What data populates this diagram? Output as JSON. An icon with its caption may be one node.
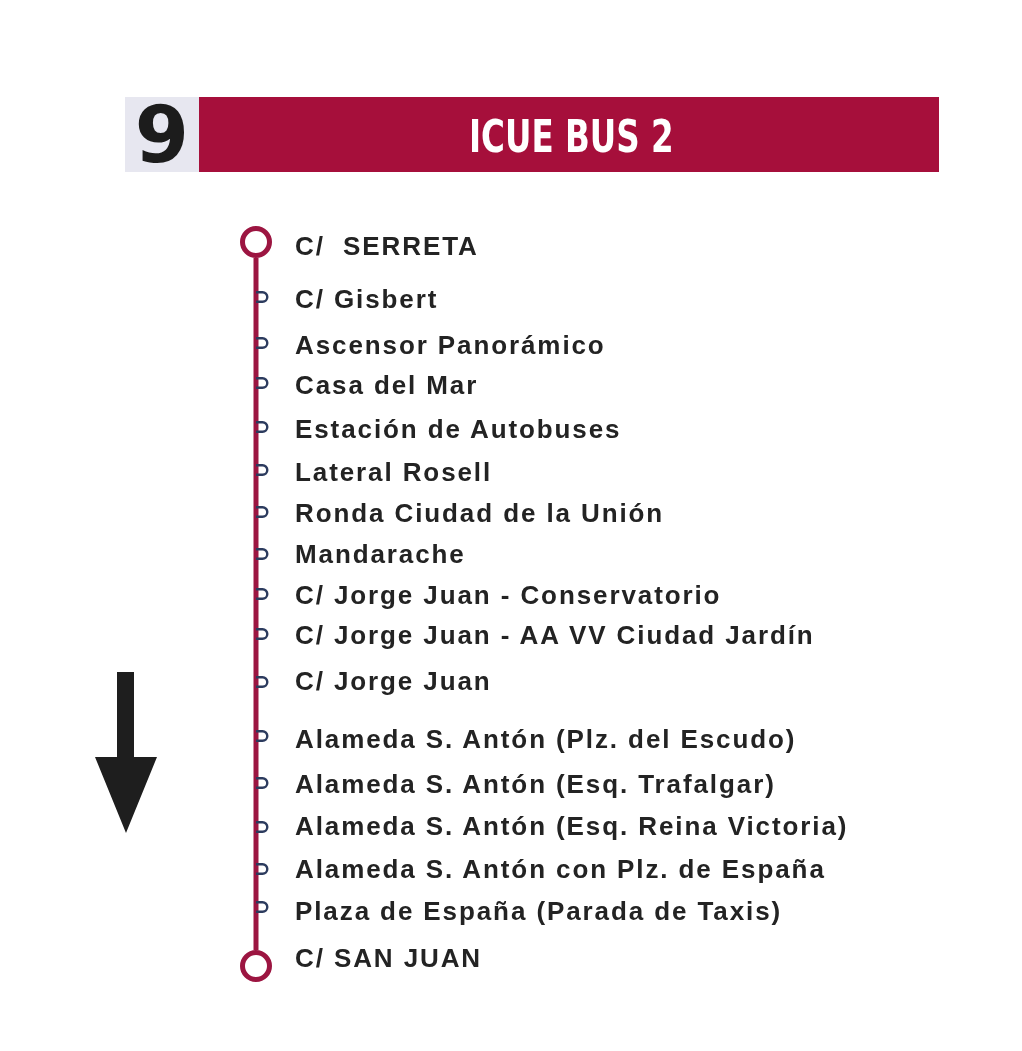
{
  "diagram": {
    "nodes": [
      {
        "text": [
          "9"
        ]
      },
      {
        "text": [
          "ICUE BUS 2"
        ]
      },
      {
        "text": [],
        "shape": "circle",
        "beside": [
          "C/  SERRETA"
        ]
      },
      {
        "text": [],
        "shape": "tick",
        "beside": [
          "C/ Gisbert"
        ]
      },
      {
        "text": [],
        "shape": "tick",
        "beside": [
          "Ascensor Panorámico"
        ]
      },
      {
        "text": [],
        "shape": "tick",
        "beside": [
          "Casa del Mar"
        ]
      },
      {
        "text": [],
        "shape": "tick",
        "beside": [
          "Estación de Autobuses"
        ]
      },
      {
        "text": [],
        "shape": "tick",
        "beside": [
          "Lateral Rosell"
        ]
      },
      {
        "text": [],
        "shape": "tick",
        "beside": [
          "Ronda Ciudad de la Unión"
        ]
      },
      {
        "text": [],
        "shape": "tick",
        "beside": [
          "Mandarache"
        ]
      },
      {
        "text": [],
        "shape": "tick",
        "beside": [
          "C/ Jorge Juan - Conservatorio"
        ]
      },
      {
        "text": [],
        "shape": "tick",
        "beside": [
          "C/ Jorge Juan - AA VV Ciudad Jardín"
        ]
      },
      {
        "text": [],
        "shape": "tick",
        "beside": [
          "C/ Jorge Juan"
        ]
      },
      {
        "text": [],
        "shape": "tick",
        "beside": [
          "Alameda S. Antón (Plz. del Escudo)"
        ]
      },
      {
        "text": [],
        "shape": "tick",
        "beside": [
          "Alameda S. Antón (Esq. Trafalgar)"
        ]
      },
      {
        "text": [],
        "shape": "tick",
        "beside": [
          "Alameda S. Antón (Esq. Reina Victoria)"
        ]
      },
      {
        "text": [],
        "shape": "tick",
        "beside": [
          "Alameda S. Antón con Plz. de España"
        ]
      },
      {
        "text": [],
        "shape": "tick",
        "beside": [
          "Plaza de España (Parada de Taxis)"
        ]
      },
      {
        "text": [],
        "shape": "circle",
        "beside": [
          "C/ SAN JUAN"
        ]
      }
    ],
    "edges": [
      {
        "from": 2,
        "to": 3,
        "arrow": "none"
      },
      {
        "from": 3,
        "to": 4,
        "arrow": "none"
      },
      {
        "from": 4,
        "to": 5,
        "arrow": "none"
      },
      {
        "from": 5,
        "to": 6,
        "arrow": "none"
      },
      {
        "from": 6,
        "to": 7,
        "arrow": "none"
      },
      {
        "from": 7,
        "to": 8,
        "arrow": "none"
      },
      {
        "from": 8,
        "to": 9,
        "arrow": "none"
      },
      {
        "from": 9,
        "to": 10,
        "arrow": "none"
      },
      {
        "from": 10,
        "to": 11,
        "arrow": "none"
      },
      {
        "from": 11,
        "to": 12,
        "arrow": "none"
      },
      {
        "from": 12,
        "to": 13,
        "arrow": "none"
      },
      {
        "from": 13,
        "to": 14,
        "arrow": "none"
      },
      {
        "from": 14,
        "to": 15,
        "arrow": "none"
      },
      {
        "from": 15,
        "to": 16,
        "arrow": "none"
      },
      {
        "from": 16,
        "to": 17,
        "arrow": "none"
      },
      {
        "from": 17,
        "to": 18,
        "arrow": "none"
      }
    ]
  }
}
